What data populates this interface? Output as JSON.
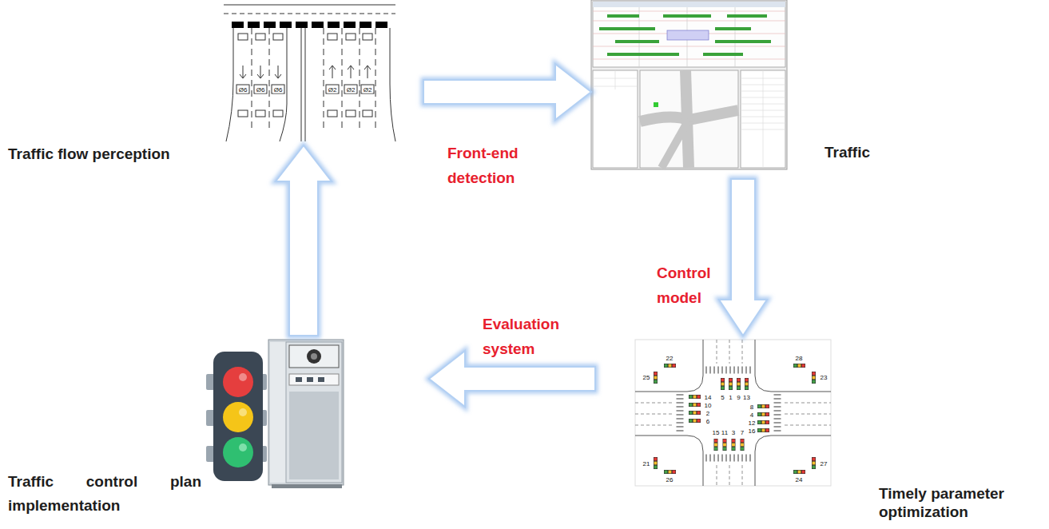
{
  "diagram": {
    "nodes": [
      {
        "text": [
          "Traffic flow perception"
        ]
      },
      {
        "text": [
          "Traffic"
        ]
      },
      {
        "text": [
          "Traffic control plan implementation"
        ]
      },
      {
        "text": [
          "Timely parameter optimization"
        ]
      }
    ],
    "edges": [
      {
        "from": 0,
        "to": 1,
        "arrow": "to",
        "label": "Front-end detection"
      },
      {
        "from": 1,
        "to": 3,
        "arrow": "to",
        "label": "Control model"
      },
      {
        "from": 3,
        "to": 2,
        "arrow": "to",
        "label": "Evaluation system"
      },
      {
        "from": 2,
        "to": 0,
        "arrow": "to"
      }
    ],
    "labels": [
      "Ø6",
      "Ø6",
      "Ø6",
      "Ø2",
      "Ø2",
      "Ø2",
      "22",
      "28",
      "25",
      "23",
      "5",
      "1",
      "9",
      "13",
      "14",
      "10",
      "2",
      "6",
      "8",
      "4",
      "12",
      "16",
      "15",
      "11",
      "3",
      "7",
      "21",
      "27",
      "26",
      "24"
    ]
  }
}
